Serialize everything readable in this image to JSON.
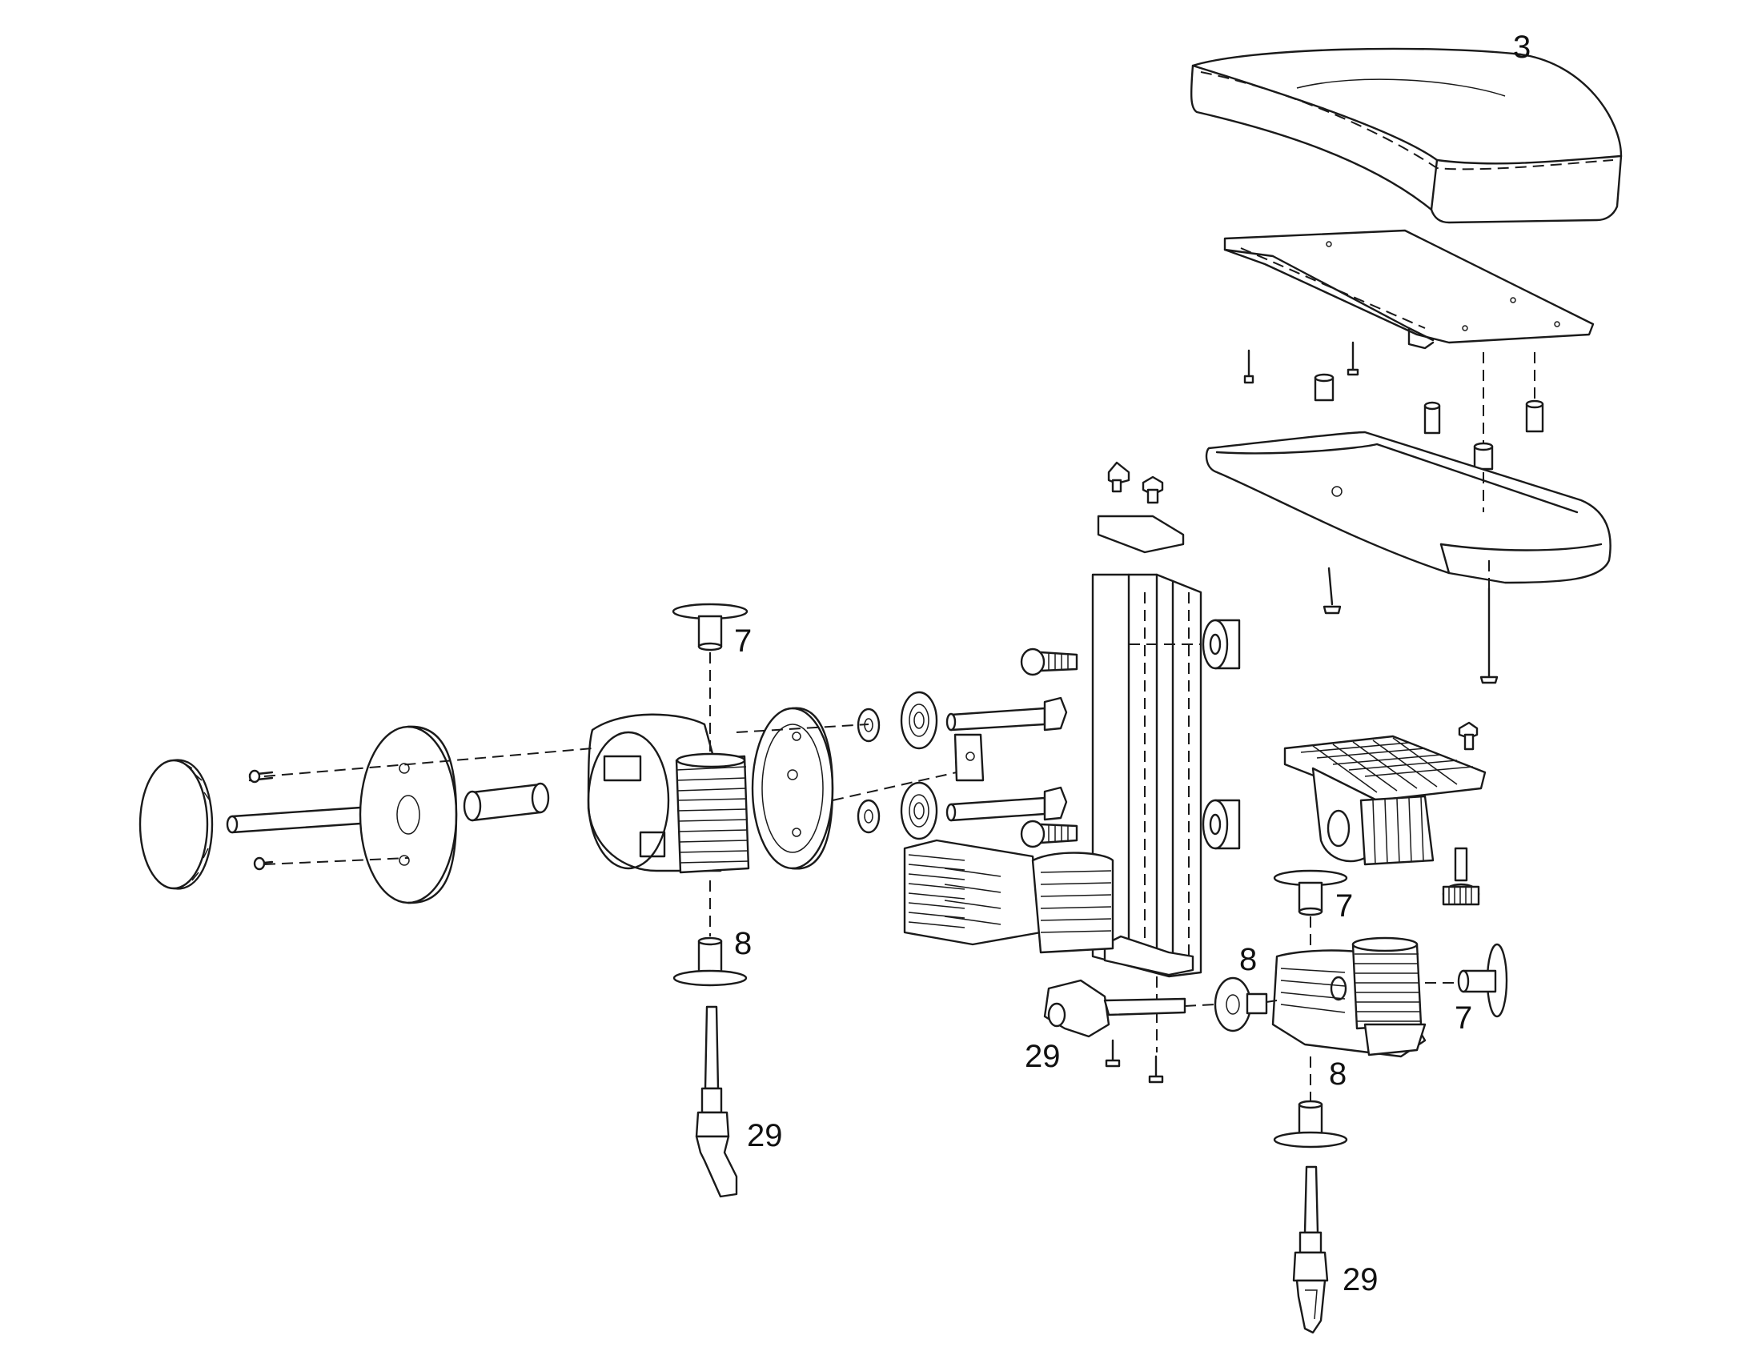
{
  "figure": {
    "type": "exploded-assembly-drawing",
    "line_color": "#1a1a1a",
    "background": "#ffffff"
  },
  "callouts": {
    "seat_cushion": "3",
    "left_top_bushing": "7",
    "left_bottom_bushing": "8",
    "left_lever": "29",
    "right_top_bushing": "7",
    "right_side_bushing": "7",
    "right_front_bushing": "8",
    "right_bottom_bushing": "8",
    "right_lever": "29",
    "right_bottom_lever": "29"
  }
}
